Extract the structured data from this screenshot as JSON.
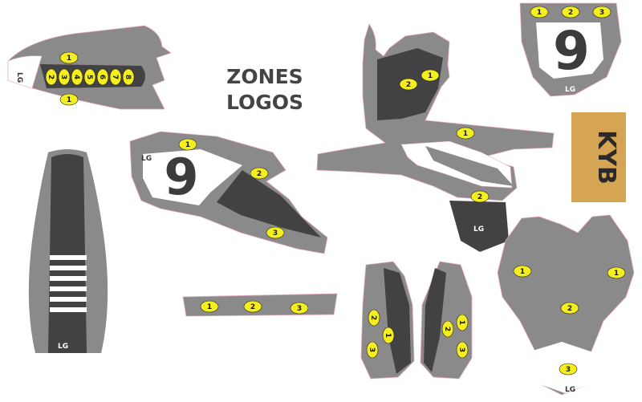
{
  "title": {
    "line1": "ZONES",
    "line2": "LOGOS"
  },
  "race_number": "9",
  "brand_logo": "LG",
  "fork_sticker": "KYB",
  "colors": {
    "body_gray": "#8a8a8a",
    "dark_gray": "#424242",
    "marker_yellow": "#f4ee1e",
    "kyb_gold": "#d6a554",
    "outline_pink": "#e7a6c0"
  },
  "markers": {
    "rear_fender": [
      "1",
      "2",
      "3",
      "4",
      "5",
      "6",
      "7",
      "8",
      "1"
    ],
    "front_plate": [
      "1",
      "2",
      "3"
    ],
    "shroud_left": [
      "1",
      "2",
      "3"
    ],
    "radiator_shroud": [
      "1",
      "2",
      "1",
      "2"
    ],
    "swingarm": [
      "1",
      "2",
      "3"
    ],
    "fork_guard_left": [
      "2",
      "1",
      "3"
    ],
    "fork_guard_right": [
      "1",
      "2",
      "3"
    ],
    "front_fender": [
      "1",
      "1",
      "2",
      "3"
    ]
  }
}
